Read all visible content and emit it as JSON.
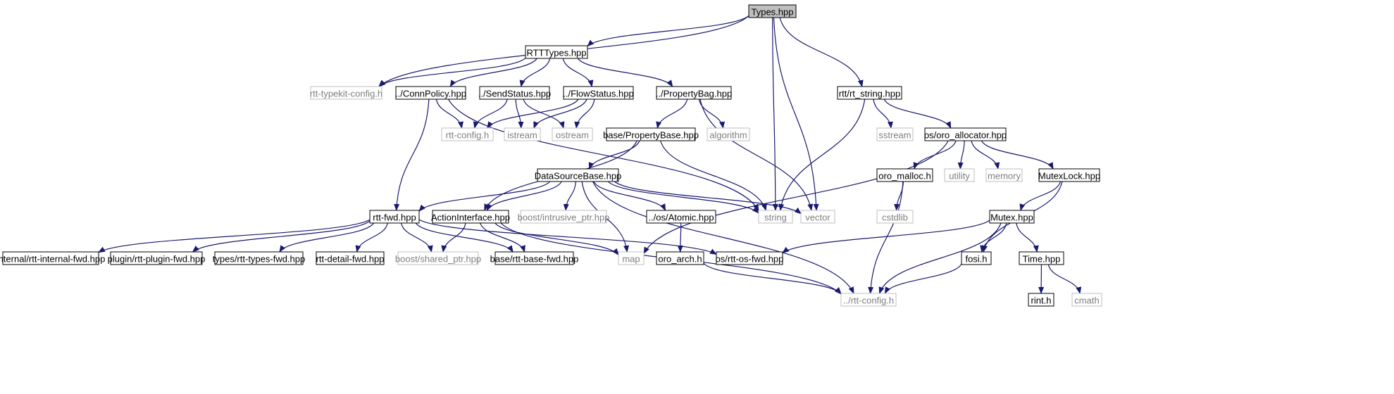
{
  "title": "Types.hpp",
  "colors": {
    "edge": "#191970",
    "root_fill": "#bfbfbf",
    "node_border": "#000000",
    "external_border": "#bfbfbf",
    "external_text": "#7f7f7f"
  },
  "nodes": [
    {
      "id": "types",
      "label": "Types.hpp",
      "kind": "root"
    },
    {
      "id": "rtttypes",
      "label": "RTTTypes.hpp",
      "kind": "file"
    },
    {
      "id": "typekit",
      "label": "rtt-typekit-config.h",
      "kind": "external"
    },
    {
      "id": "connpolicy",
      "label": "../ConnPolicy.hpp",
      "kind": "file"
    },
    {
      "id": "sendstatus",
      "label": "../SendStatus.hpp",
      "kind": "file"
    },
    {
      "id": "flowstatus",
      "label": "../FlowStatus.hpp",
      "kind": "file"
    },
    {
      "id": "propertybag",
      "label": "../PropertyBag.hpp",
      "kind": "file"
    },
    {
      "id": "rtstring",
      "label": "rtt/rt_string.hpp",
      "kind": "file"
    },
    {
      "id": "rttconfig",
      "label": "rtt-config.h",
      "kind": "external"
    },
    {
      "id": "istream",
      "label": "istream",
      "kind": "external"
    },
    {
      "id": "ostream",
      "label": "ostream",
      "kind": "external"
    },
    {
      "id": "propertybase",
      "label": "base/PropertyBase.hpp",
      "kind": "file"
    },
    {
      "id": "algorithm",
      "label": "algorithm",
      "kind": "external"
    },
    {
      "id": "sstream",
      "label": "sstream",
      "kind": "external"
    },
    {
      "id": "oroalloc",
      "label": "os/oro_allocator.hpp",
      "kind": "file"
    },
    {
      "id": "datasource",
      "label": "DataSourceBase.hpp",
      "kind": "file"
    },
    {
      "id": "oromalloc",
      "label": "oro_malloc.h",
      "kind": "file"
    },
    {
      "id": "utility",
      "label": "utility",
      "kind": "external"
    },
    {
      "id": "memory",
      "label": "memory",
      "kind": "external"
    },
    {
      "id": "mutexlock",
      "label": "MutexLock.hpp",
      "kind": "file"
    },
    {
      "id": "rttfwd",
      "label": "rtt-fwd.hpp",
      "kind": "file"
    },
    {
      "id": "actioniface",
      "label": "ActionInterface.hpp",
      "kind": "file"
    },
    {
      "id": "intrusive",
      "label": "boost/intrusive_ptr.hpp",
      "kind": "external"
    },
    {
      "id": "atomic",
      "label": "../os/Atomic.hpp",
      "kind": "file"
    },
    {
      "id": "string",
      "label": "string",
      "kind": "external"
    },
    {
      "id": "vector",
      "label": "vector",
      "kind": "external"
    },
    {
      "id": "cstdlib",
      "label": "cstdlib",
      "kind": "external"
    },
    {
      "id": "mutex",
      "label": "Mutex.hpp",
      "kind": "file"
    },
    {
      "id": "internalfwd",
      "label": "internal/rtt-internal-fwd.hpp",
      "kind": "file"
    },
    {
      "id": "pluginfwd",
      "label": "plugin/rtt-plugin-fwd.hpp",
      "kind": "file"
    },
    {
      "id": "typesfwd",
      "label": "types/rtt-types-fwd.hpp",
      "kind": "file"
    },
    {
      "id": "detailfwd",
      "label": "rtt-detail-fwd.hpp",
      "kind": "file"
    },
    {
      "id": "sharedptr",
      "label": "boost/shared_ptr.hpp",
      "kind": "external"
    },
    {
      "id": "basefwd",
      "label": "base/rtt-base-fwd.hpp",
      "kind": "file"
    },
    {
      "id": "map",
      "label": "map",
      "kind": "external"
    },
    {
      "id": "oroarch",
      "label": "oro_arch.h",
      "kind": "file"
    },
    {
      "id": "osfwd",
      "label": "os/rtt-os-fwd.hpp",
      "kind": "file"
    },
    {
      "id": "fosi",
      "label": "fosi.h",
      "kind": "file"
    },
    {
      "id": "time",
      "label": "Time.hpp",
      "kind": "file"
    },
    {
      "id": "dotconfig",
      "label": "../rtt-config.h",
      "kind": "external"
    },
    {
      "id": "rint",
      "label": "rint.h",
      "kind": "file"
    },
    {
      "id": "cmath",
      "label": "cmath",
      "kind": "external"
    }
  ],
  "edges": [
    [
      "types",
      "rtttypes"
    ],
    [
      "types",
      "typekit"
    ],
    [
      "types",
      "rtstring"
    ],
    [
      "types",
      "string"
    ],
    [
      "types",
      "vector"
    ],
    [
      "rtttypes",
      "typekit"
    ],
    [
      "rtttypes",
      "connpolicy"
    ],
    [
      "rtttypes",
      "sendstatus"
    ],
    [
      "rtttypes",
      "flowstatus"
    ],
    [
      "rtttypes",
      "propertybag"
    ],
    [
      "connpolicy",
      "rttconfig"
    ],
    [
      "connpolicy",
      "rttfwd"
    ],
    [
      "connpolicy",
      "string"
    ],
    [
      "sendstatus",
      "rttconfig"
    ],
    [
      "sendstatus",
      "istream"
    ],
    [
      "sendstatus",
      "ostream"
    ],
    [
      "flowstatus",
      "rttconfig"
    ],
    [
      "flowstatus",
      "istream"
    ],
    [
      "flowstatus",
      "ostream"
    ],
    [
      "propertybag",
      "propertybase"
    ],
    [
      "propertybag",
      "algorithm"
    ],
    [
      "propertybag",
      "vector"
    ],
    [
      "rtstring",
      "sstream"
    ],
    [
      "rtstring",
      "oroalloc"
    ],
    [
      "rtstring",
      "string"
    ],
    [
      "propertybase",
      "datasource"
    ],
    [
      "propertybase",
      "actioniface"
    ],
    [
      "propertybase",
      "string"
    ],
    [
      "oroalloc",
      "oromalloc"
    ],
    [
      "oroalloc",
      "utility"
    ],
    [
      "oroalloc",
      "memory"
    ],
    [
      "oroalloc",
      "mutexlock"
    ],
    [
      "oroalloc",
      "map"
    ],
    [
      "datasource",
      "rttfwd"
    ],
    [
      "datasource",
      "actioniface"
    ],
    [
      "datasource",
      "intrusive"
    ],
    [
      "datasource",
      "atomic"
    ],
    [
      "datasource",
      "map"
    ],
    [
      "datasource",
      "string"
    ],
    [
      "datasource",
      "vector"
    ],
    [
      "datasource",
      "dotconfig"
    ],
    [
      "oromalloc",
      "cstdlib"
    ],
    [
      "oromalloc",
      "dotconfig"
    ],
    [
      "mutexlock",
      "mutex"
    ],
    [
      "mutexlock",
      "fosi"
    ],
    [
      "rttfwd",
      "internalfwd"
    ],
    [
      "rttfwd",
      "pluginfwd"
    ],
    [
      "rttfwd",
      "typesfwd"
    ],
    [
      "rttfwd",
      "detailfwd"
    ],
    [
      "rttfwd",
      "sharedptr"
    ],
    [
      "rttfwd",
      "basefwd"
    ],
    [
      "rttfwd",
      "osfwd"
    ],
    [
      "actioniface",
      "sharedptr"
    ],
    [
      "actioniface",
      "basefwd"
    ],
    [
      "actioniface",
      "map"
    ],
    [
      "actioniface",
      "dotconfig"
    ],
    [
      "atomic",
      "oroarch"
    ],
    [
      "oroarch",
      "dotconfig"
    ],
    [
      "mutex",
      "osfwd"
    ],
    [
      "mutex",
      "fosi"
    ],
    [
      "mutex",
      "time"
    ],
    [
      "mutex",
      "dotconfig"
    ],
    [
      "fosi",
      "dotconfig"
    ],
    [
      "time",
      "rint"
    ],
    [
      "time",
      "cmath"
    ]
  ]
}
